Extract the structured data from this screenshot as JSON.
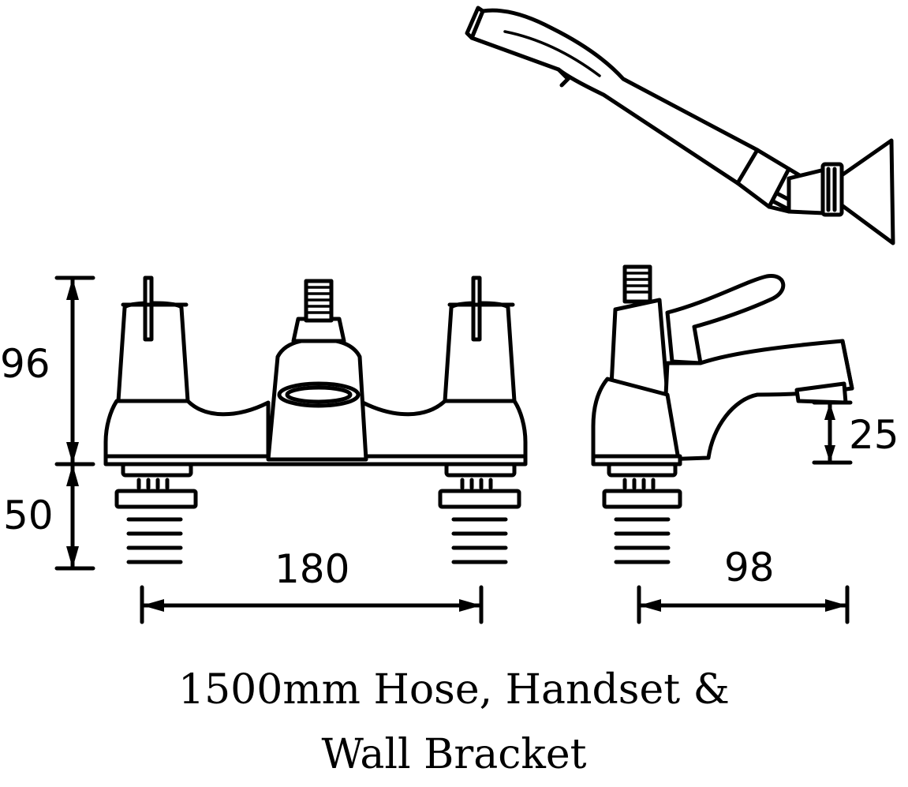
{
  "dimensions": {
    "height_body": "96",
    "height_tail": "50",
    "spout_clearance": "25",
    "centres": "180",
    "projection": "98"
  },
  "caption": {
    "line1": "1500mm Hose, Handset &",
    "line2": "Wall Bracket"
  }
}
